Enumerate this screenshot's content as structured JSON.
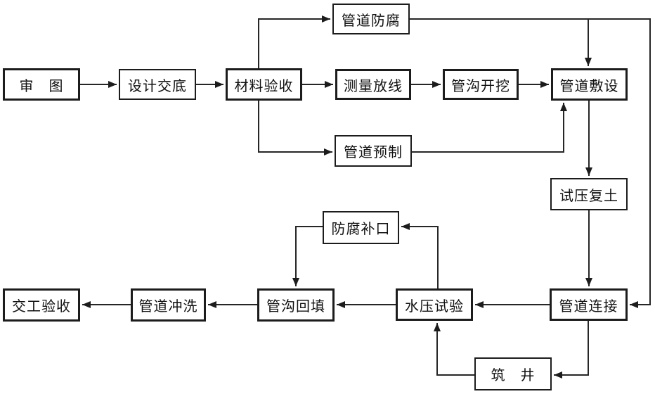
{
  "diagram": {
    "background_color": "#ffffff",
    "line_color": "#262626",
    "box_border_color": "#1c1c1c",
    "text_color": "#111111",
    "nodes": [
      {
        "id": "shen-tu",
        "label": "审　图"
      },
      {
        "id": "sheji-jiaodi",
        "label": "设计交底"
      },
      {
        "id": "cailiao-yanshou",
        "label": "材料验收"
      },
      {
        "id": "celiang-fangxian",
        "label": "测量放线"
      },
      {
        "id": "guangou-kaiwa",
        "label": "管沟开挖"
      },
      {
        "id": "guandao-fushe",
        "label": "管道敷设"
      },
      {
        "id": "guandao-fangfu",
        "label": "管道防腐"
      },
      {
        "id": "guandao-yuzhi",
        "label": "管道预制"
      },
      {
        "id": "shiya-futu",
        "label": "试压复土"
      },
      {
        "id": "fangfu-bukou",
        "label": "防腐补口"
      },
      {
        "id": "jiaogong-yanshou",
        "label": "交工验收"
      },
      {
        "id": "guandao-chongxi",
        "label": "管道冲洗"
      },
      {
        "id": "guangou-huitian",
        "label": "管沟回填"
      },
      {
        "id": "shuiya-shiyan",
        "label": "水压试验"
      },
      {
        "id": "guandao-lianjie",
        "label": "管道连接"
      },
      {
        "id": "zhu-jing",
        "label": "筑　井"
      }
    ],
    "edges": [
      "审图→设计交底",
      "设计交底→材料验收",
      "材料验收→测量放线",
      "测量放线→管沟开挖",
      "管沟开挖→管道敷设",
      "材料验收→管道防腐",
      "管道防腐→管道敷设",
      "管道防腐→管道连接",
      "材料验收→管道预制",
      "管道预制→管道敷设",
      "管道敷设→试压复土",
      "试压复土→管道连接",
      "管道连接→水压试验",
      "管道连接→筑井",
      "筑井→水压试验",
      "水压试验→防腐补口",
      "防腐补口→管沟回填",
      "水压试验→管沟回填",
      "管沟回填→管道冲洗",
      "管道冲洗→交工验收"
    ]
  }
}
